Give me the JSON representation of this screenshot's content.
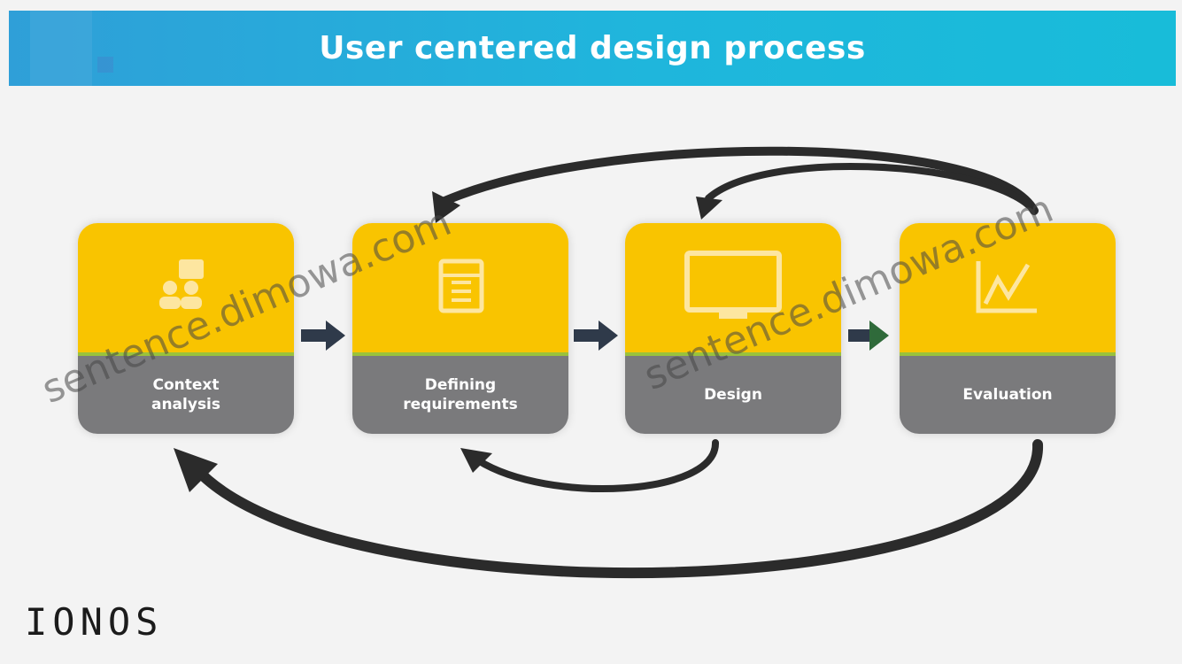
{
  "title": "User centered design process",
  "stages": [
    {
      "line1": "Context",
      "line2": "analysis",
      "icon": "people-icon"
    },
    {
      "line1": "Defining",
      "line2": "requirements",
      "icon": "checklist-icon"
    },
    {
      "line1": "Design",
      "line2": "",
      "icon": "monitor-icon"
    },
    {
      "line1": "Evaluation",
      "line2": "",
      "icon": "chart-icon"
    }
  ],
  "watermark": "sentence.dimowa.com",
  "logo": "IONOS",
  "colors": {
    "header": "#1fb6dc",
    "stage_top": "#f9c400",
    "stage_bottom": "#7a7a7c",
    "divider": "#9ac23c",
    "arrow": "#2b2b2b"
  }
}
